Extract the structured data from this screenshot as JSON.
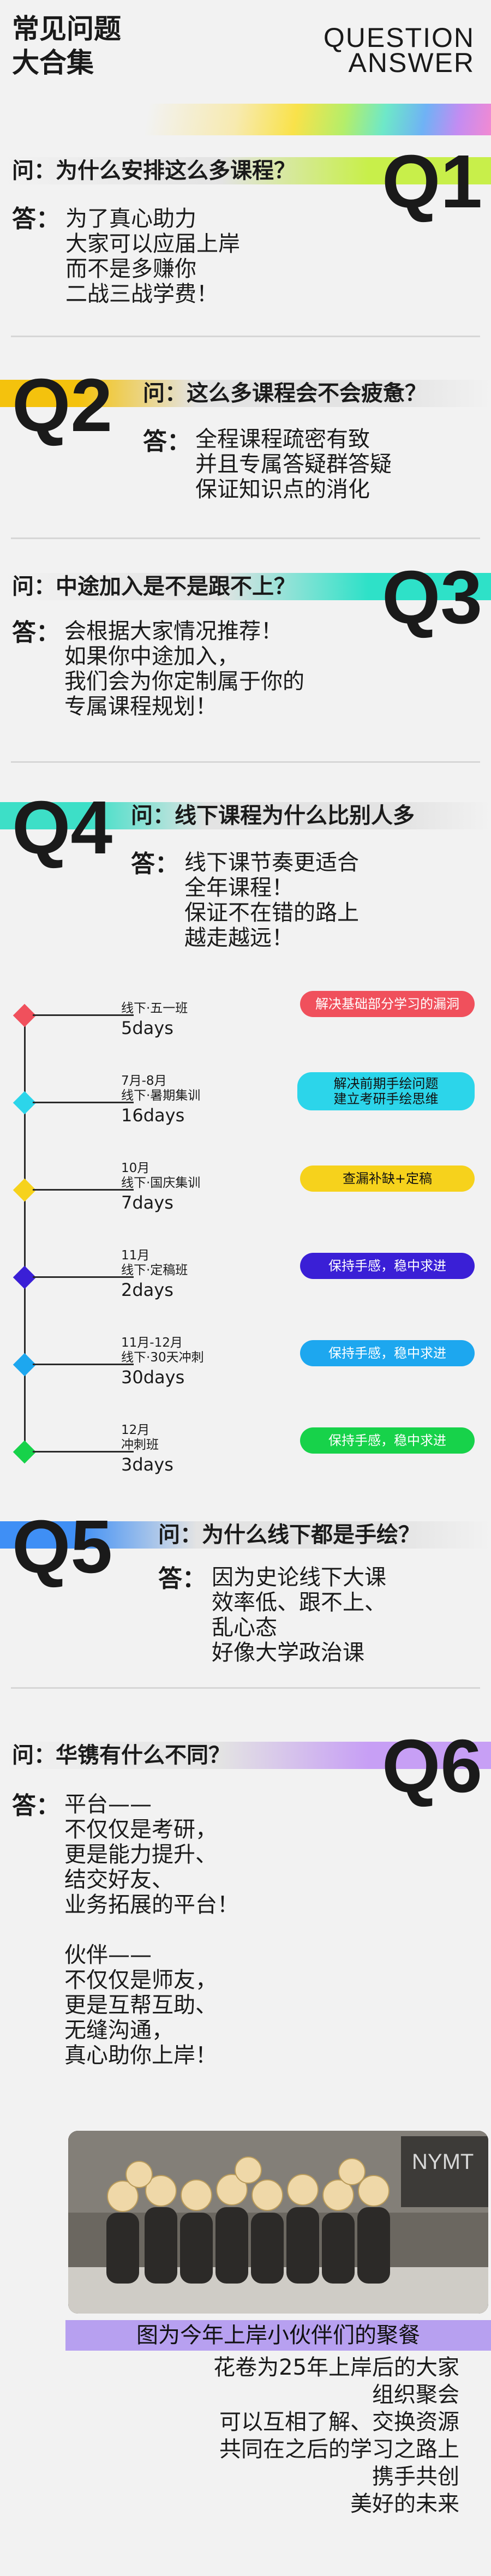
{
  "header": {
    "title_line1": "常见问题",
    "title_line2": "大合集",
    "en_line1": "QUESTION",
    "en_line2": "ANSWER"
  },
  "sections": {
    "q1": {
      "num": "Q1",
      "question": "问：为什么安排这么多课程？",
      "label": "答：",
      "answer": "为了真心助力\n大家可以应届上岸\n而不是多赚你\n二战三战学费！",
      "color": "#c8ef4a"
    },
    "q2": {
      "num": "Q2",
      "question": "问：这么多课程会不会疲惫？",
      "label": "答：",
      "answer": "全程课程疏密有致\n并且专属答疑群答疑\n保证知识点的消化",
      "color": "#f4c20d"
    },
    "q3": {
      "num": "Q3",
      "question": "问：中途加入是不是跟不上？",
      "label": "答：",
      "answer": "会根据大家情况推荐！\n如果你中途加入，\n我们会为你定制属于你的\n专属课程规划！",
      "color": "#2ee1c8"
    },
    "q4": {
      "num": "Q4",
      "question": "问：线下课程为什么比别人多",
      "label": "答：",
      "answer": "线下课节奏更适合\n全年课程！\n保证不在错的路上\n越走越远！",
      "color": "#3ddfc7"
    },
    "q5": {
      "num": "Q5",
      "question": "问：为什么线下都是手绘？",
      "label": "答：",
      "answer": "因为史论线下大课\n效率低、跟不上、\n乱心态\n好像大学政治课",
      "color": "#3f8ff5"
    },
    "q6": {
      "num": "Q6",
      "question": "问：华镌有什么不同？",
      "label": "答：",
      "answer": "平台——\n不仅仅是考研，\n更是能力提升、\n结交好友、\n业务拓展的平台！\n\n伙伴——\n不仅仅是师友，\n更是互帮互助、\n无缝沟通，\n真心助你上岸！",
      "color": "#c79ff5"
    }
  },
  "timeline": [
    {
      "title": "线下·五一班",
      "days": "5days",
      "pill": "解决基础部分学习的漏洞",
      "color": "#f0505c"
    },
    {
      "title": "7月-8月\n线下·暑期集训",
      "days": "16days",
      "pill": "解决前期手绘问题\n建立考研手绘思维",
      "color": "#2cd5ea"
    },
    {
      "title": "10月\n线下·国庆集训",
      "days": "7days",
      "pill": "查漏补缺+定稿",
      "color": "#f6d21c"
    },
    {
      "title": "11月\n线下·定稿班",
      "days": "2days",
      "pill": "保持手感，稳中求进",
      "color": "#3a1fd6"
    },
    {
      "title": "11月-12月\n线下·30天冲刺",
      "days": "30days",
      "pill": "保持手感，稳中求进",
      "color": "#1da7ef"
    },
    {
      "title": "12月\n冲刺班",
      "days": "3days",
      "pill": "保持手感，稳中求进",
      "color": "#17d24a"
    }
  ],
  "photo": {
    "sign_text": "NYMT"
  },
  "caption": "图为今年上岸小伙伴们的聚餐",
  "closing": "花卷为25年上岸后的大家\n组织聚会\n可以互相了解、交换资源\n共同在之后的学习之路上\n携手共创\n美好的未来",
  "colors": {
    "rainbow": [
      "#f9e24a",
      "#b4ee6a",
      "#6ee8c8",
      "#6fb2f5",
      "#c38cf2",
      "#f28ad2"
    ]
  }
}
